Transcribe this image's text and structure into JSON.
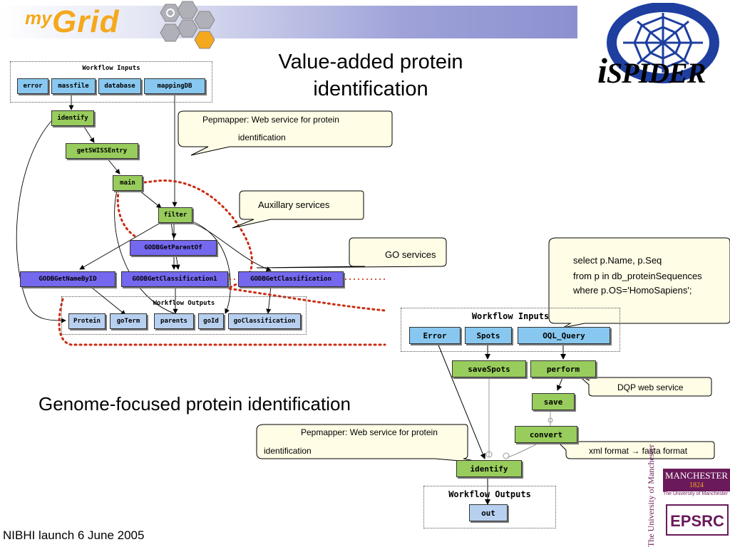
{
  "header": {
    "logo_my": "my",
    "logo_grid": "Grid",
    "title_line1": "Value-added protein",
    "title_line2": "identification",
    "ispider_i": "i",
    "ispider_rest": "SPIDER"
  },
  "subtitle": "Genome-focused protein identification",
  "footer": "NIBHI launch 6 June 2005",
  "wf1": {
    "inputs_title": "Workflow Inputs",
    "inputs": [
      "error",
      "massfile",
      "database",
      "mappingDB"
    ],
    "processors": {
      "identify": "identify",
      "getSWISSEntry": "getSWISSEntry",
      "main": "main",
      "filter": "filter",
      "goParentOf": "GODBGetParentOf",
      "goNameById": "GODBGetNameByID",
      "goClassification1": "GODBGetClassification1",
      "goClassification": "GODBGetClassification"
    },
    "outputs_title": "Workflow Outputs",
    "outputs": [
      "Protein",
      "goTerm",
      "parents",
      "goId",
      "goClassification"
    ]
  },
  "wf2": {
    "inputs_title": "Workflow Inputs",
    "inputs": [
      "Error",
      "Spots",
      "OQL_Query"
    ],
    "processors": {
      "saveSpots": "saveSpots",
      "perform": "perform",
      "save": "save",
      "convert": "convert",
      "identify": "identify"
    },
    "outputs_title": "Workflow Outputs",
    "outputs": [
      "out"
    ]
  },
  "callouts": {
    "pepmapper1_line1": "Pepmapper: Web service for protein",
    "pepmapper1_line2": "identification",
    "auxillary": "Auxillary services",
    "go_services": "GO services",
    "sql_line1": "select p.Name, p.Seq",
    "sql_line2": "from p in db_proteinSequences",
    "sql_line3": "where p.OS='HomoSapiens';",
    "dqp": "DQP web service",
    "pepmapper2_line1": "Pepmapper: Web service for protein",
    "pepmapper2_line2": "identification",
    "xml_format": "xml format →  fasta format"
  },
  "logos": {
    "manchester_line1": "MANCHESTER",
    "manchester_line2": "1824",
    "manchester_sub": "The University of Manchester",
    "manchester_vertical": "The University of Manchester",
    "epsrc": "EPSRC"
  },
  "colors": {
    "input_node": "#88c8f0",
    "processor_node": "#98cc5c",
    "go_node": "#7468ee",
    "output_node": "#b8d0f0",
    "callout_fill": "#fffde6",
    "red_dotted": "#cc2a10",
    "logo_orange": "#f4a81c",
    "banner_purple": "#8c90d0",
    "manchester_purple": "#6a1a5a"
  }
}
